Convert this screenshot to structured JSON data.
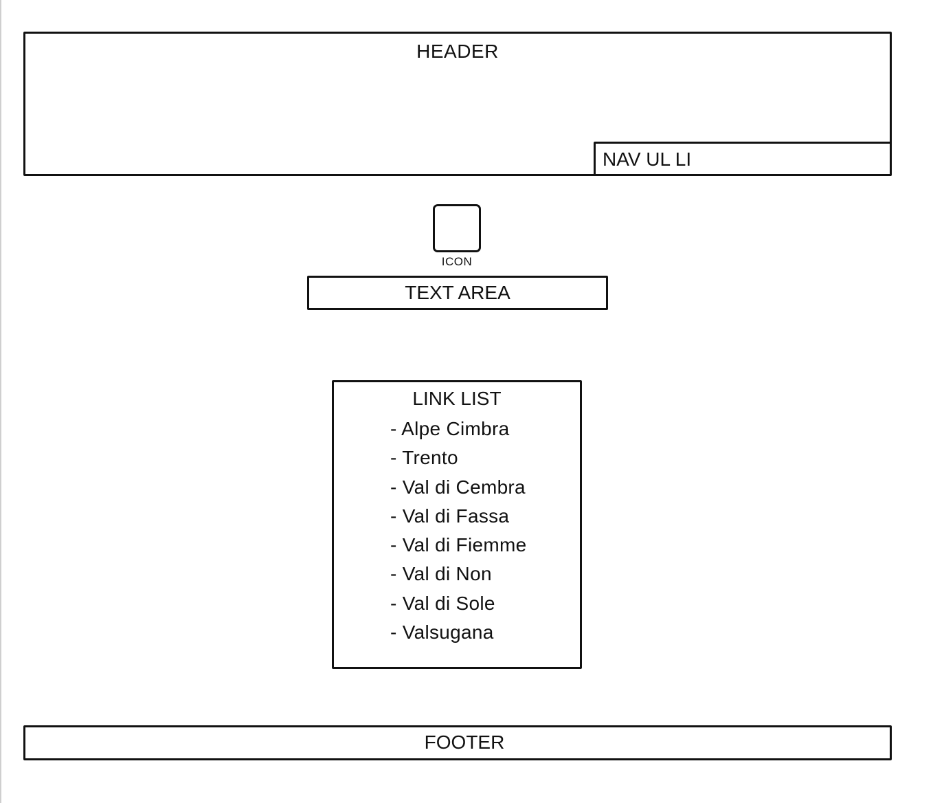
{
  "header": {
    "label": "HEADER",
    "nav_label": "NAV UL LI"
  },
  "icon": {
    "label": "ICON",
    "semantic": "placeholder-square-icon"
  },
  "text_area": {
    "label": "TEXT AREA"
  },
  "link_list": {
    "title": "LINK LIST",
    "items": [
      "- Alpe Cimbra",
      "- Trento",
      "- Val di Cembra",
      "- Val di Fassa",
      "- Val di Fiemme",
      "- Val di Non",
      "- Val di Sole",
      "- Valsugana"
    ]
  },
  "footer": {
    "label": "FOOTER"
  }
}
